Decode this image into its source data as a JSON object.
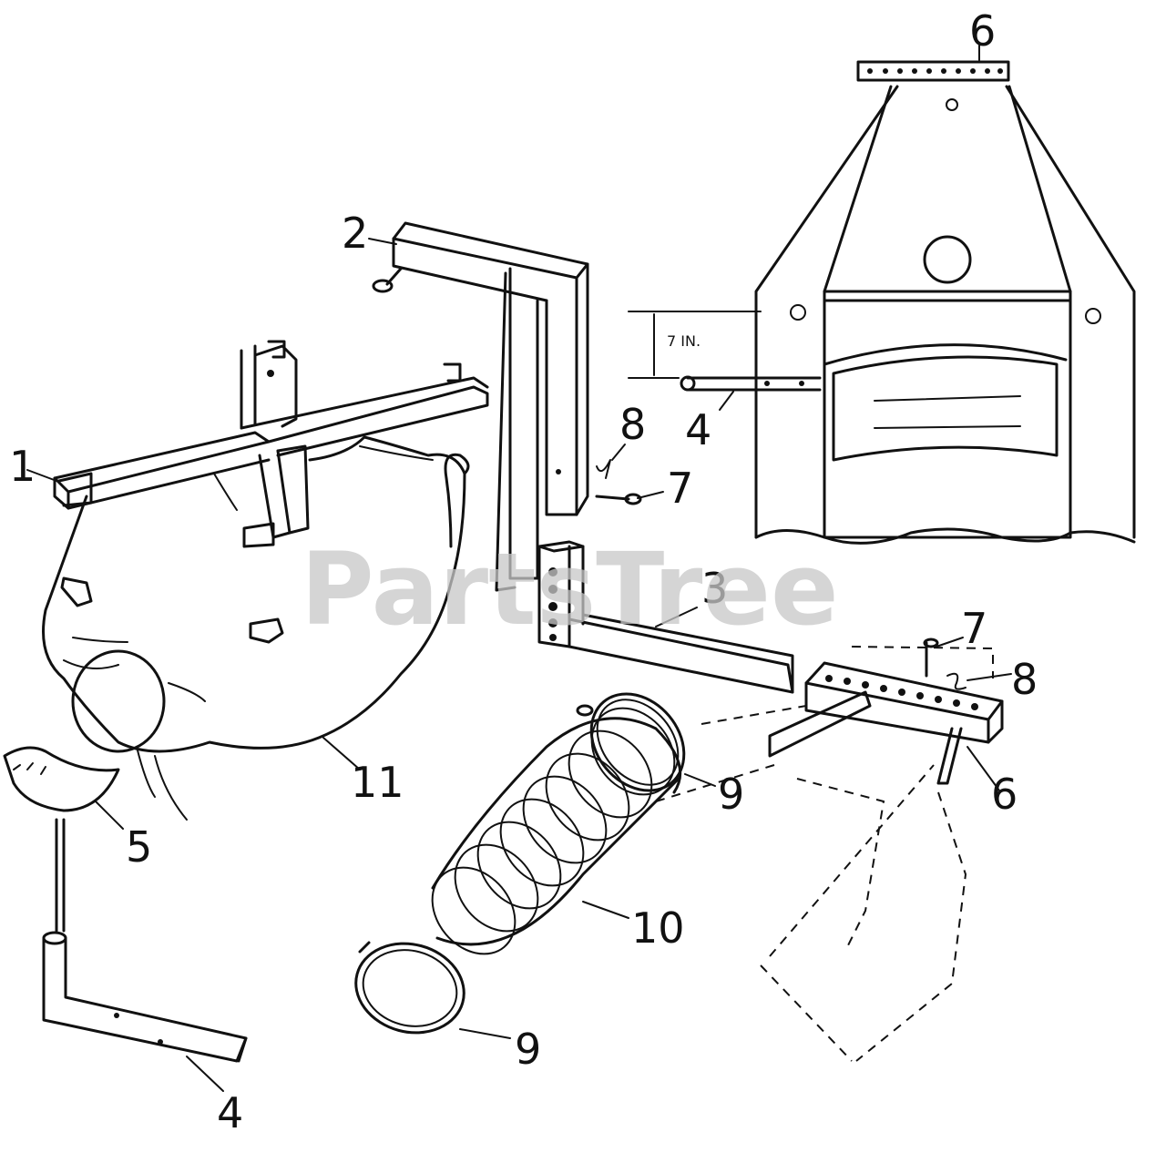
{
  "watermark": "PartsTree",
  "measurement": "7 IN.",
  "callouts": {
    "c1": "1",
    "c2": "2",
    "c3": "3",
    "c4_top": "4",
    "c4_bottom": "4",
    "c5": "5",
    "c6_top": "6",
    "c6_right": "6",
    "c7_top": "7",
    "c7_right": "7",
    "c8_top": "8",
    "c8_right": "8",
    "c9_upper": "9",
    "c9_lower": "9",
    "c10": "10",
    "c11": "11"
  }
}
